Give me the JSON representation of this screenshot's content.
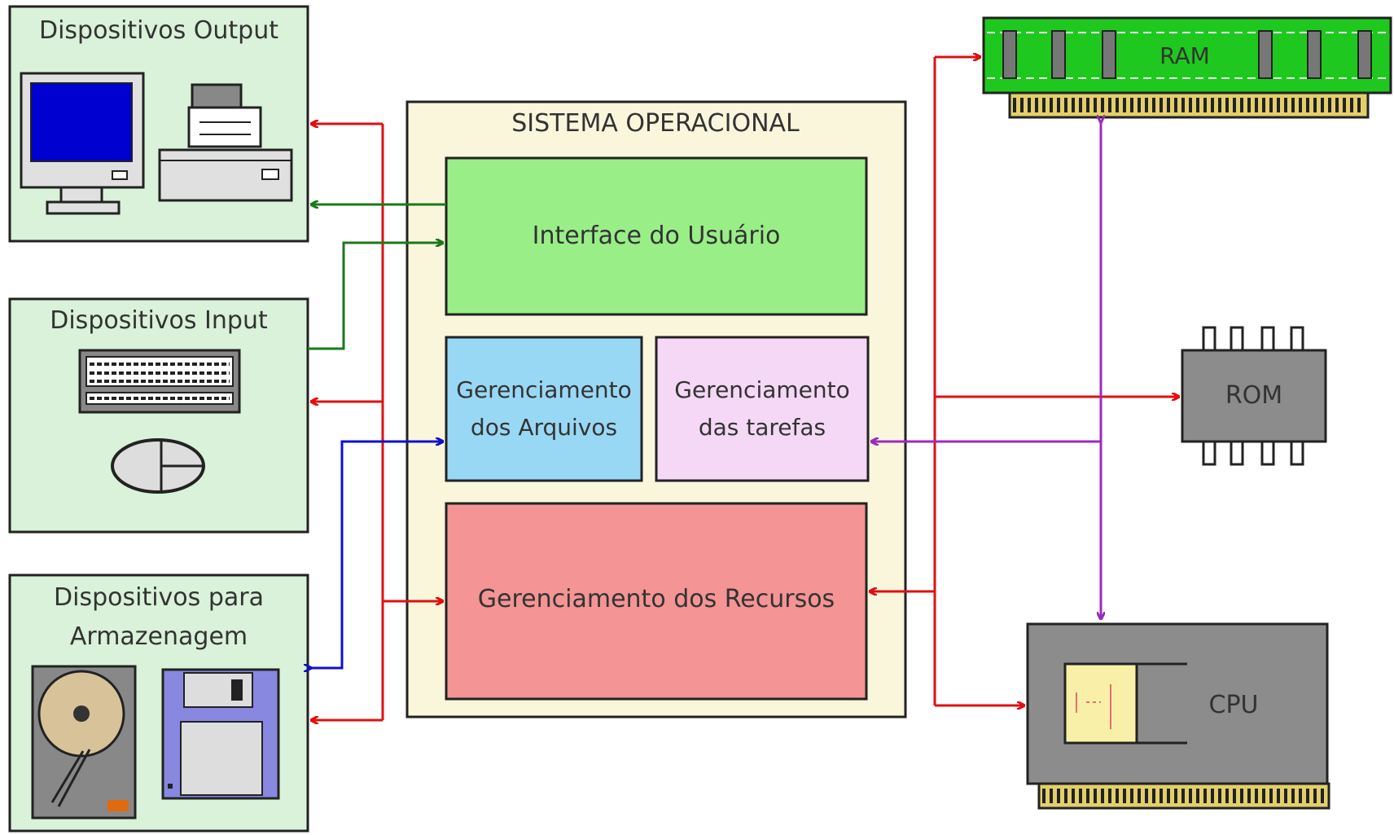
{
  "devices": {
    "output": {
      "title": "Dispositivos Output"
    },
    "input": {
      "title": "Dispositivos Input"
    },
    "storage": {
      "title_line1": "Dispositivos para",
      "title_line2": "Armazenagem"
    }
  },
  "os": {
    "title": "SISTEMA OPERACIONAL",
    "user_interface": "Interface do Usuário",
    "files_line1": "Gerenciamento",
    "files_line2": "dos Arquivos",
    "tasks_line1": "Gerenciamento",
    "tasks_line2": "das tarefas",
    "resources": "Gerenciamento dos Recursos"
  },
  "hardware": {
    "ram": "RAM",
    "rom": "ROM",
    "cpu": "CPU"
  },
  "colors": {
    "device_panel": "#d9f2d9",
    "os_panel": "#faf6dc",
    "user_interface": "#99ee88",
    "files": "#99d8f5",
    "tasks": "#f5d8f5",
    "resources": "#f49494",
    "arrow_red": "#e01010",
    "arrow_green": "#1a7a1a",
    "arrow_blue": "#1010c8",
    "arrow_purple": "#9a2bc0",
    "ram_board": "#1ec81e",
    "chip_gray": "#8c8c8c"
  }
}
